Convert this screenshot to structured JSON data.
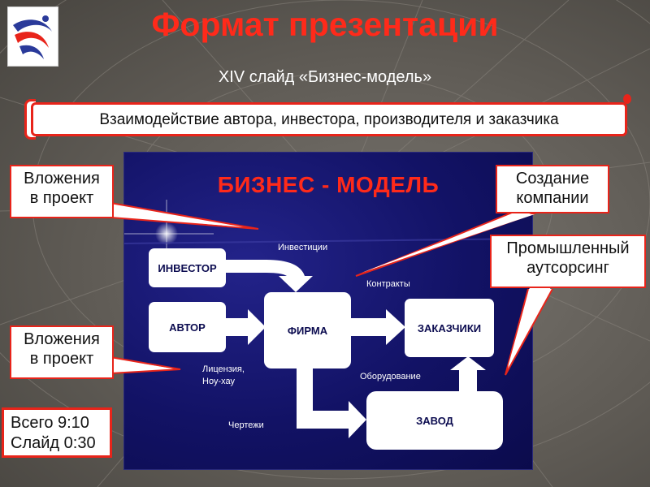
{
  "slide": {
    "title": "Формат презентации",
    "subtitle": "XIV слайд «Бизнес-модель»",
    "banner": "Взаимодействие автора, инвестора, производителя и заказчика"
  },
  "diagram": {
    "title": "БИЗНЕС - МОДЕЛЬ",
    "nodes": {
      "investor": "ИНВЕСТОР",
      "author": "АВТОР",
      "firm": "ФИРМА",
      "customers": "ЗАКАЗЧИКИ",
      "factory": "ЗАВОД"
    },
    "flows": {
      "investments": "Инвестиции",
      "contracts": "Контракты",
      "license": "Лицензия,",
      "knowhow": "Ноу-хау",
      "equipment": "Оборудование",
      "drawings": "Чертежи"
    }
  },
  "callouts": {
    "investment_top": [
      "Вложения",
      "в проект"
    ],
    "company": [
      "Создание",
      "компании"
    ],
    "outsourcing": [
      "Промышленный",
      "аутсорсинг"
    ],
    "investment_bottom": [
      "Вложения",
      "в проект"
    ]
  },
  "timer": {
    "total": "Всего 9:10",
    "slide": "Слайд 0:30"
  },
  "colors": {
    "accent_red": "#e8241a",
    "diagram_bg": "#121265",
    "node_text": "#0c0c50"
  }
}
